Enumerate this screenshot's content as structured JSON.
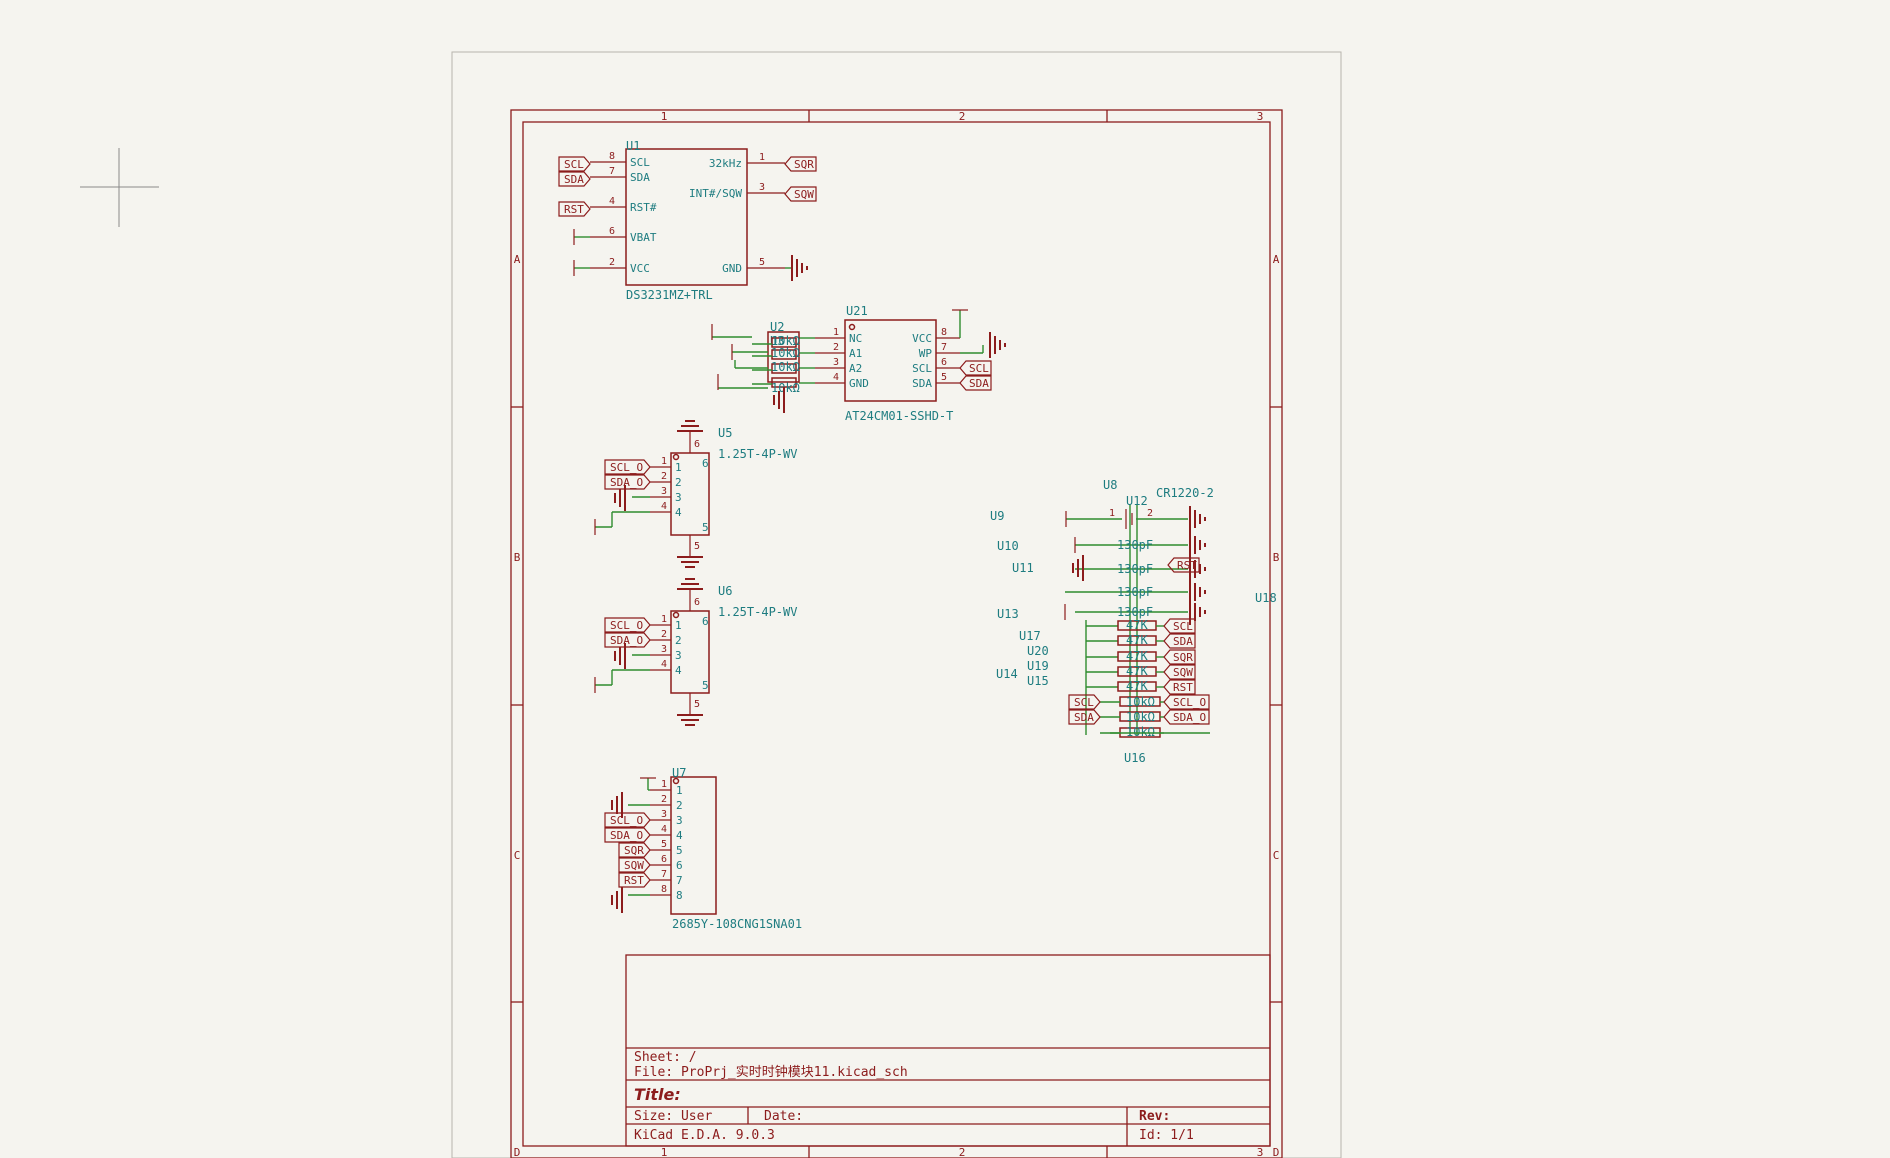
{
  "sheet": {
    "zones_top": [
      "1",
      "2",
      "3"
    ],
    "zones_side": [
      "A",
      "B",
      "C",
      "D"
    ]
  },
  "title_block": {
    "sheet": "Sheet: /",
    "file": "File: ProPrj_实时时钟模块11.kicad_sch",
    "title": "Title:",
    "size": "Size: User",
    "date": "Date:",
    "rev": "Rev:",
    "tool": "KiCad E.D.A. 9.0.3",
    "id": "Id: 1/1"
  },
  "u1": {
    "ref": "U1",
    "value": "DS3231MZ+TRL",
    "pins_left": [
      {
        "num": "8",
        "name": "SCL",
        "label": "SCL"
      },
      {
        "num": "7",
        "name": "SDA",
        "label": "SDA"
      },
      {
        "num": "4",
        "name": "RST#",
        "label": "RST"
      },
      {
        "num": "6",
        "name": "VBAT",
        "label": ""
      },
      {
        "num": "2",
        "name": "VCC",
        "label": ""
      }
    ],
    "pins_right": [
      {
        "num": "1",
        "name": "32kHz",
        "label": "SQR"
      },
      {
        "num": "3",
        "name": "INT#/SQW",
        "label": "SQW"
      },
      {
        "num": "5",
        "name": "GND",
        "label": ""
      }
    ]
  },
  "u21": {
    "ref": "U21",
    "value": "AT24CM01-SSHD-T",
    "pins_left": [
      {
        "num": "1",
        "name": "NC"
      },
      {
        "num": "2",
        "name": "A1"
      },
      {
        "num": "3",
        "name": "A2"
      },
      {
        "num": "4",
        "name": "GND"
      }
    ],
    "pins_right": [
      {
        "num": "8",
        "name": "VCC",
        "label": ""
      },
      {
        "num": "7",
        "name": "WP",
        "label": ""
      },
      {
        "num": "6",
        "name": "SCL",
        "label": "SCL"
      },
      {
        "num": "5",
        "name": "SDA",
        "label": "SDA"
      }
    ]
  },
  "u2": {
    "ref": "U2",
    "ref2": "U3",
    "values": [
      "10kΩ",
      "10kΩ",
      "10kΩ",
      "10kΩ"
    ]
  },
  "u5": {
    "ref": "U5",
    "value": "1.25T-4P-WV",
    "pins": [
      {
        "num": "1",
        "label": "SCL_O"
      },
      {
        "num": "2",
        "label": "SDA_O"
      },
      {
        "num": "3",
        "label": ""
      },
      {
        "num": "4",
        "label": ""
      }
    ],
    "mount_top": "6",
    "mount_bottom": "5"
  },
  "u6": {
    "ref": "U6",
    "value": "1.25T-4P-WV",
    "pins": [
      {
        "num": "1",
        "label": "SCL_O"
      },
      {
        "num": "2",
        "label": "SDA_O"
      },
      {
        "num": "3",
        "label": ""
      },
      {
        "num": "4",
        "label": ""
      }
    ],
    "mount_top": "6",
    "mount_bottom": "5"
  },
  "u7": {
    "ref": "U7",
    "value": "2685Y-108CNG1SNA01",
    "pins": [
      {
        "num": "1",
        "label": ""
      },
      {
        "num": "2",
        "label": ""
      },
      {
        "num": "3",
        "label": "SCL_O"
      },
      {
        "num": "4",
        "label": "SDA_O"
      },
      {
        "num": "5",
        "label": "SQR"
      },
      {
        "num": "6",
        "label": "SQW"
      },
      {
        "num": "7",
        "label": "RST"
      },
      {
        "num": "8",
        "label": ""
      }
    ]
  },
  "cluster": {
    "ref_u8": "U8",
    "ref_u12": "U12",
    "battery": "CR1220-2",
    "bat_pin1": "1",
    "bat_pin2": "2",
    "refs_left": [
      {
        "ref": "U9"
      },
      {
        "ref": "U10"
      },
      {
        "ref": "U11"
      },
      {
        "ref": "U13"
      },
      {
        "ref": "U17"
      },
      {
        "ref": "U20"
      },
      {
        "ref": "U19"
      },
      {
        "ref": "U14"
      },
      {
        "ref": "U15"
      }
    ],
    "ref_u16": "U16",
    "ref_u18": "U18",
    "caps": [
      "130pF",
      "130pF",
      "130pF",
      "130pF"
    ],
    "pullups": [
      {
        "value": "47K",
        "label": "SCL"
      },
      {
        "value": "47K",
        "label": "SDA"
      },
      {
        "value": "47K",
        "label": "SQR"
      },
      {
        "value": "47K",
        "label": "SQW"
      },
      {
        "value": "47K",
        "label": "RST"
      }
    ],
    "series": [
      {
        "value": "10kΩ",
        "in": "SCL",
        "out": "SCL_O"
      },
      {
        "value": "10kΩ",
        "in": "SDA",
        "out": "SDA_O"
      },
      {
        "value": "10kΩ",
        "in": "",
        "out": ""
      }
    ],
    "rst_label": "RST"
  }
}
